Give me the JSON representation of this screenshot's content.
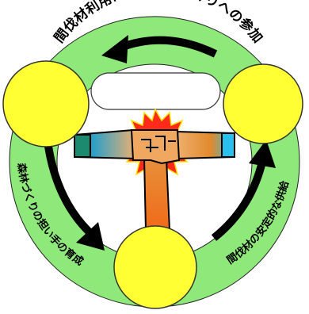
{
  "ring_labels": {
    "top": "間伐材利用による森林づくりへの参加",
    "left": "森林づくりの担い手の育成",
    "right": "間伐材の安定的な供給"
  },
  "colors": {
    "ring": "#8ee97a",
    "circles": "#ffff33",
    "starburst": "#ff2a1a",
    "arrows": "#000000"
  }
}
